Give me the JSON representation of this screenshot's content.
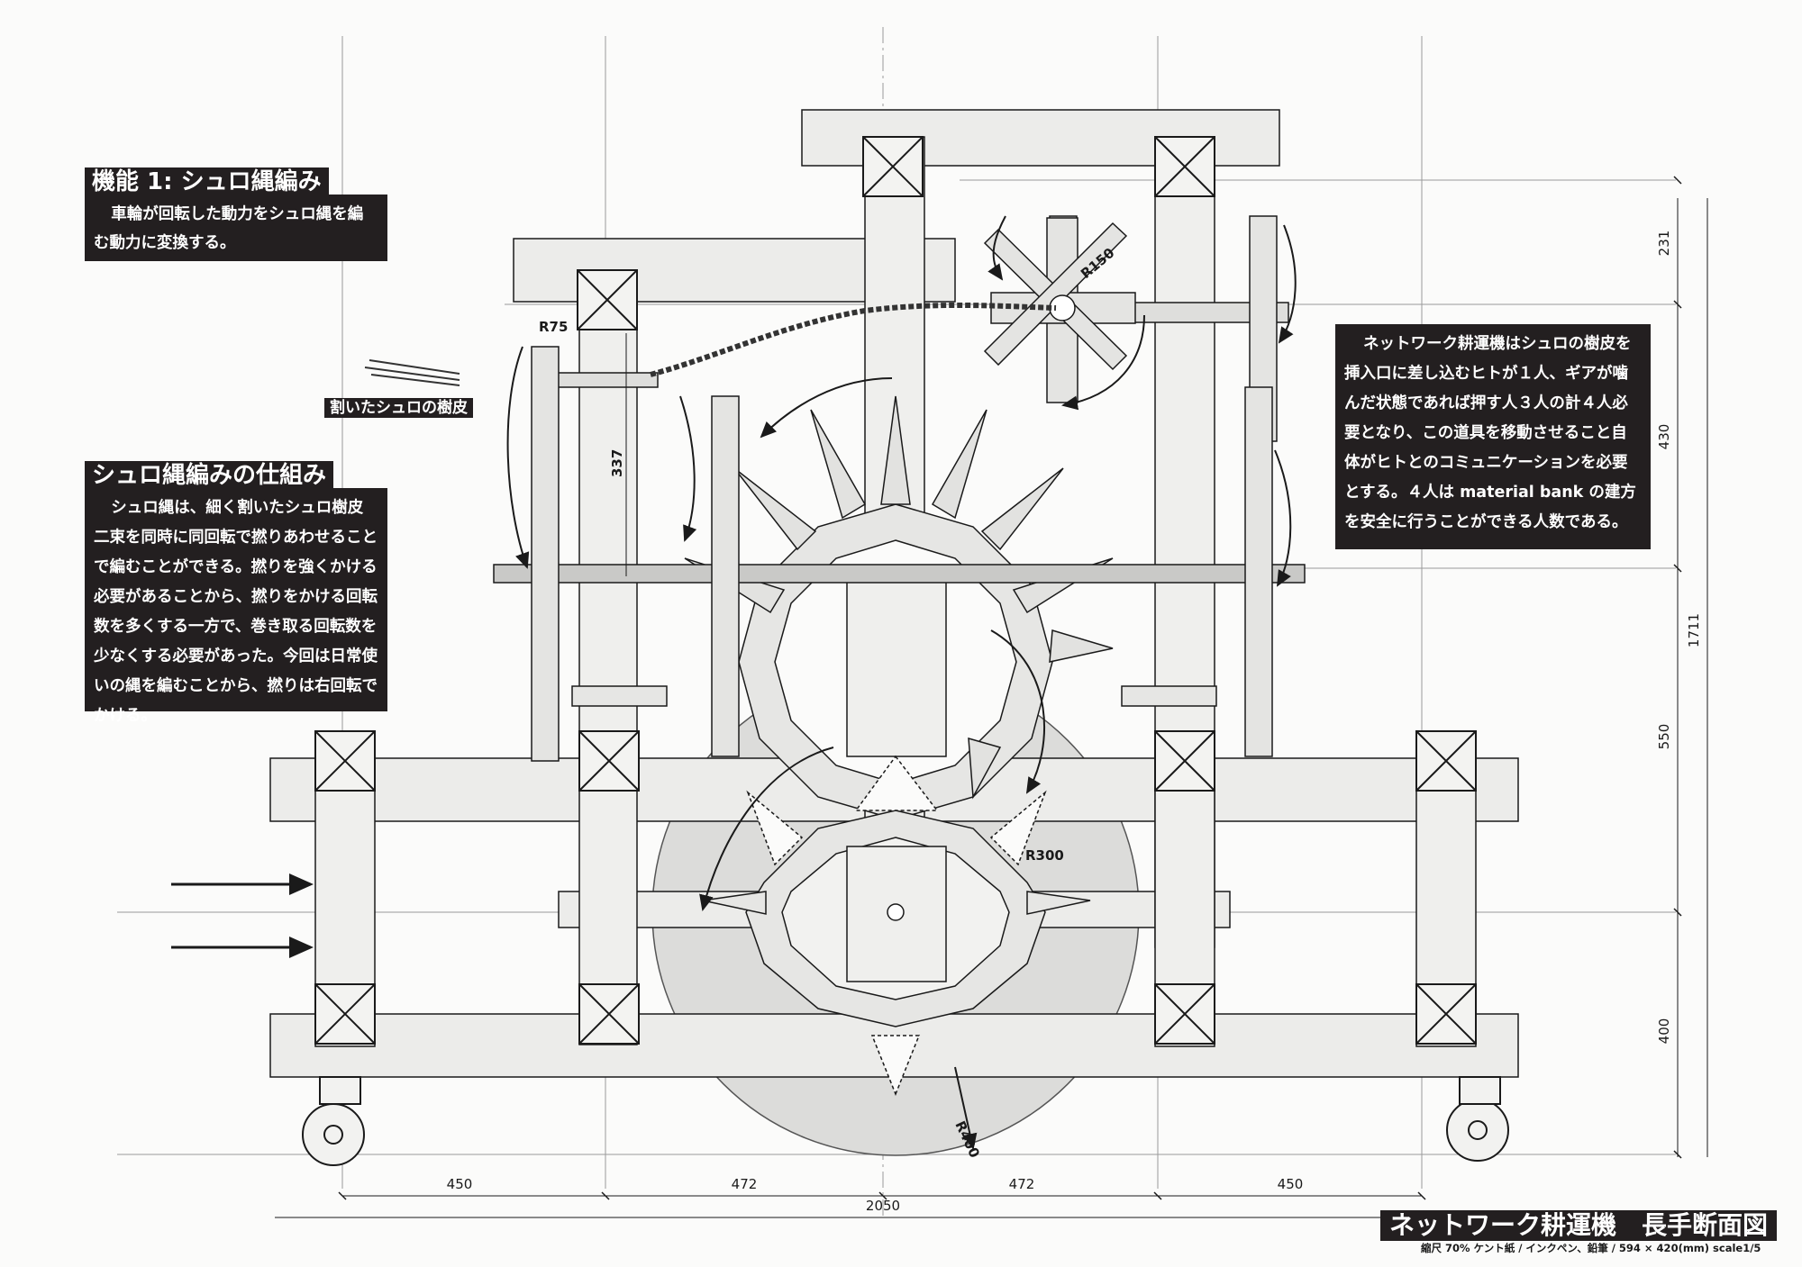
{
  "sheet": {
    "title": "ネットワーク耕運機　長手断面図",
    "subtitle": "縮尺 70% ケント紙 / インクペン、鉛筆 / 594 × 420(mm) scale1/5"
  },
  "panels": {
    "function1": {
      "title": "機能 1: シュロ縄編み",
      "body": "車輪が回転した動力をシュロ縄を編む動力に変換する。"
    },
    "mechanism": {
      "title": "シュロ縄編みの仕組み",
      "body": "シュロ縄は、細く割いたシュロ樹皮二束を同時に同回転で撚りあわせることで編むことができる。撚りを強くかける必要があることから、撚りをかける回転数を多くする一方で、巻き取る回転数を少なくする必要があった。今回は日常使いの縄を編むことから、撚りは右回転でかける。"
    },
    "network": {
      "body": "ネットワーク耕運機はシュロの樹皮を挿入口に差し込むヒトが１人、ギアが噛んだ状態であれば押す人３人の計４人必要となり、この道具を移動させること自体がヒトとのコミュニケーションを必要とする。４人は material bank の建方を安全に行うことができる人数である。"
    }
  },
  "labels": {
    "bark": "割いたシュロの樹皮",
    "r75": "R75",
    "r150": "R150",
    "r300": "R300",
    "r400": "R400",
    "d337": "337"
  },
  "dimensions": {
    "bottom": [
      "450",
      "472",
      "472",
      "450"
    ],
    "total": "2050",
    "right": [
      "231",
      "430",
      "550",
      "400"
    ],
    "right_total": "1711"
  },
  "colors": {
    "panel_bg": "#231f20",
    "ink": "#1a1a1a",
    "wood_fill": "#e6e6e4"
  }
}
